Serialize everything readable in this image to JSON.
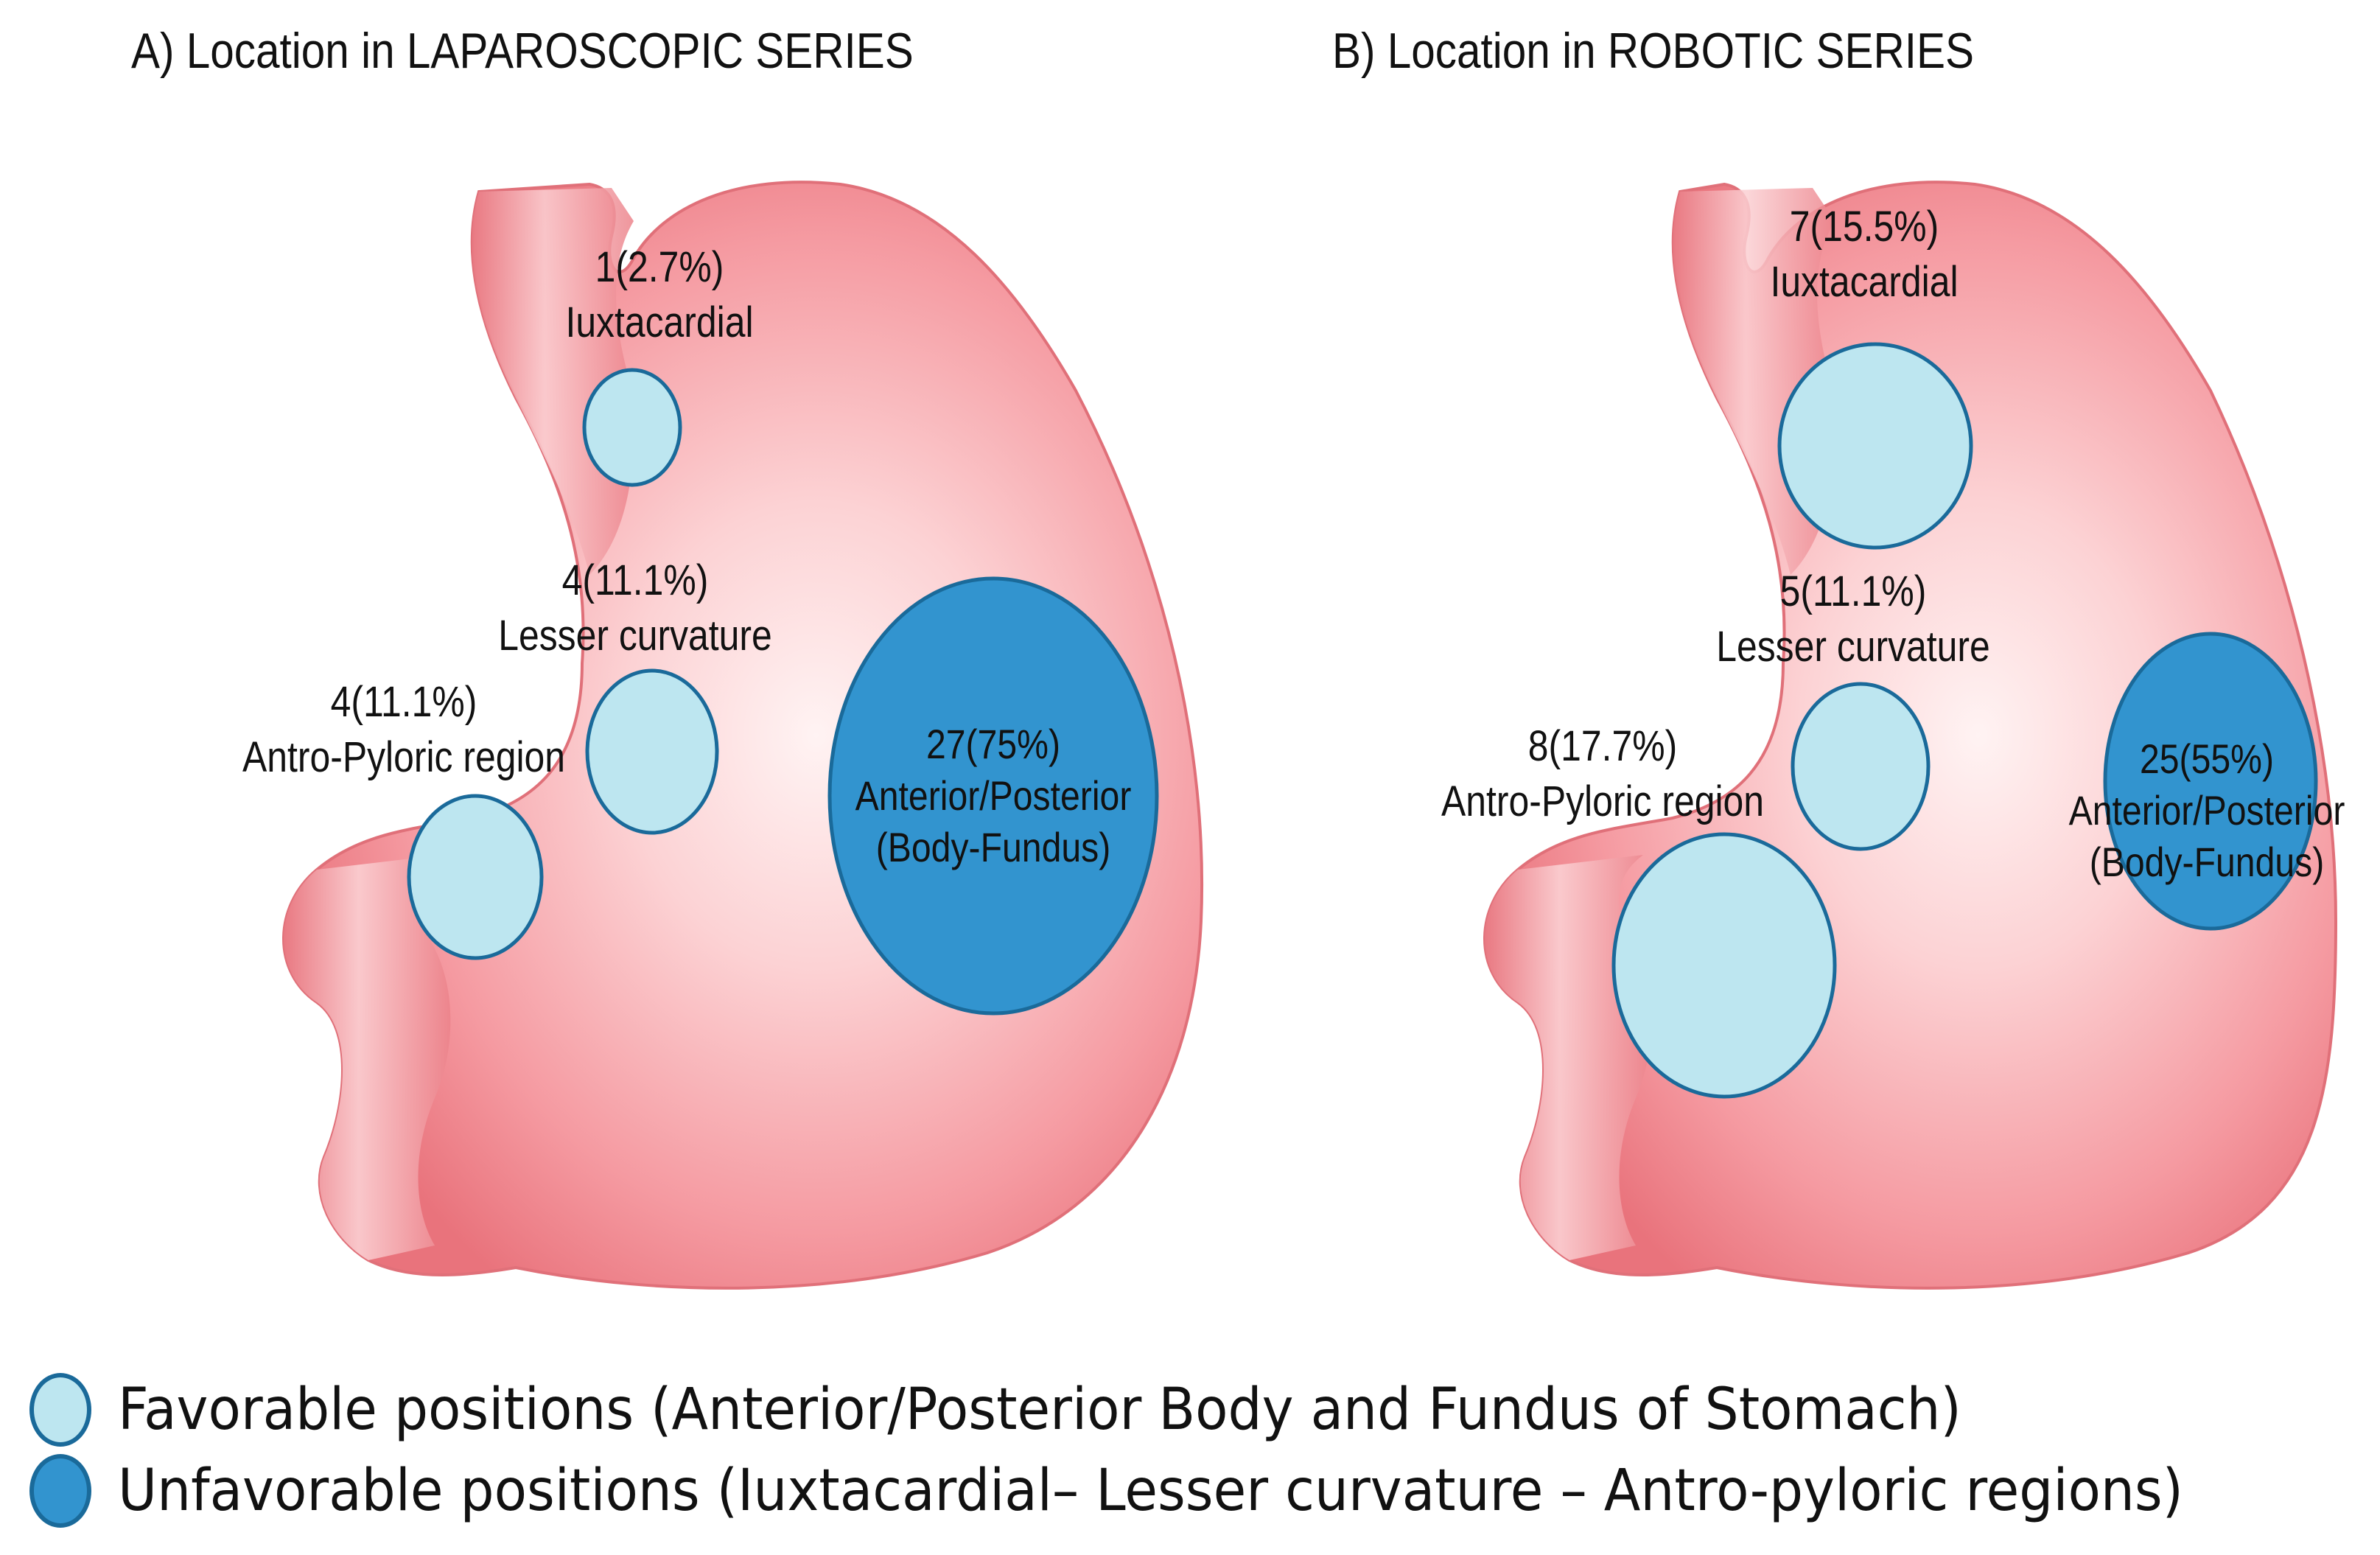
{
  "panels": [
    {
      "title": "A) Location in LAPAROSCOPIC SERIES",
      "regions": [
        {
          "id": "iuxtacardial",
          "count_text": "1(2.7%)",
          "name": "Iuxtacardial",
          "count": 1,
          "percent": 2.7,
          "category": "favorable"
        },
        {
          "id": "lesser",
          "count_text": "4(11.1%)",
          "name": "Lesser curvature",
          "count": 4,
          "percent": 11.1,
          "category": "favorable"
        },
        {
          "id": "antro",
          "count_text": "4(11.1%)",
          "name": "Antro-Pyloric region",
          "count": 4,
          "percent": 11.1,
          "category": "favorable"
        },
        {
          "id": "body",
          "count_text": "27(75%)",
          "name": "Anterior/Posterior",
          "name2": "(Body-Fundus)",
          "count": 27,
          "percent": 75,
          "category": "unfavorable"
        }
      ]
    },
    {
      "title": "B) Location in ROBOTIC SERIES",
      "regions": [
        {
          "id": "iuxtacardial",
          "count_text": "7(15.5%)",
          "name": "Iuxtacardial",
          "count": 7,
          "percent": 15.5,
          "category": "favorable"
        },
        {
          "id": "lesser",
          "count_text": "5(11.1%)",
          "name": "Lesser curvature",
          "count": 5,
          "percent": 11.1,
          "category": "favorable"
        },
        {
          "id": "antro",
          "count_text": "8(17.7%)",
          "name": "Antro-Pyloric region",
          "count": 8,
          "percent": 17.7,
          "category": "favorable"
        },
        {
          "id": "body",
          "count_text": "25(55%)",
          "name": "Anterior/Posterior",
          "name2": "(Body-Fundus)",
          "count": 25,
          "percent": 55,
          "category": "unfavorable"
        }
      ]
    }
  ],
  "legend": [
    {
      "label": "Favorable positions (Anterior/Posterior Body and Fundus of Stomach)",
      "color": "#bde6f0"
    },
    {
      "label": "Unfavorable positions (Iuxtacardial– Lesser curvature – Antro-pyloric regions)",
      "color": "#3294cf"
    }
  ],
  "colors": {
    "favorable": "#bde6f0",
    "unfavorable": "#3294cf",
    "outline": "#1a6a9a",
    "stomach": "#f08a92",
    "stomach_highlight": "#fde6e6"
  }
}
